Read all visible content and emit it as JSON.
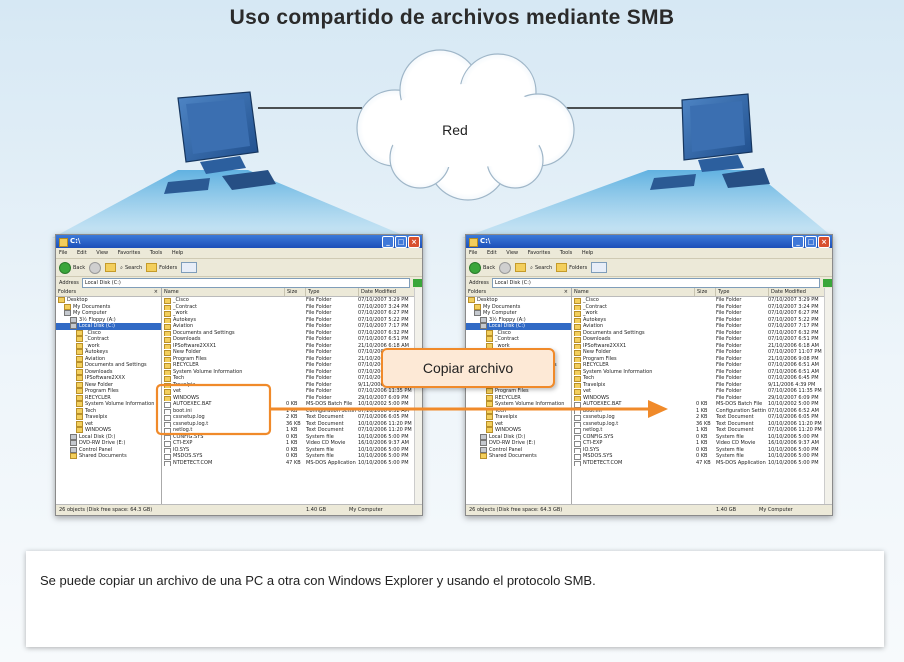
{
  "title": "Uso compartido de archivos mediante SMB",
  "network": {
    "cloud_label": "Red",
    "copy_label": "Copiar archivo"
  },
  "caption": "Se puede copiar un archivo de una PC a otra con Windows Explorer y usando el protocolo SMB.",
  "colors": {
    "accent_orange": "#f08a2a",
    "beam_blue": "#79c4ec",
    "computer_blue": "#2c5f9e"
  },
  "icons": [
    "monitor-icon",
    "cloud-icon",
    "arrow-right-icon",
    "folder-icon"
  ],
  "explorer": {
    "window_title": "C:\\",
    "menu": [
      "File",
      "Edit",
      "View",
      "Favorites",
      "Tools",
      "Help"
    ],
    "toolbar": {
      "back": "Back",
      "search": "Search",
      "folders": "Folders"
    },
    "address_label": "Address",
    "address_value": "Local Disk (C:)",
    "folders_header": "Folders",
    "tree": [
      "Desktop",
      "My Documents",
      "My Computer",
      "3½ Floppy (A:)",
      "Local Disk (C:)",
      "_Cisco",
      "_Contract",
      "_work",
      "Autokeys",
      "Aviation",
      "Documents and Settings",
      "Downloads",
      "IPSoftware2XXX",
      "New Folder",
      "Program Files",
      "RECYCLER",
      "System Volume Information",
      "Tech",
      "Travelpix",
      "vet",
      "WINDOWS",
      "Local Disk (D:)",
      "DVD-RW Drive (E:)",
      "Control Panel",
      "Shared Documents"
    ],
    "columns": [
      "Name",
      "Size",
      "Type",
      "Date Modified"
    ],
    "rows": [
      [
        "_Cisco",
        "",
        "File Folder",
        "07/10/2007 3:29 PM"
      ],
      [
        "_Contract",
        "",
        "File Folder",
        "07/10/2007 3:24 PM"
      ],
      [
        "_work",
        "",
        "File Folder",
        "07/10/2007 6:27 PM"
      ],
      [
        "Autokeys",
        "",
        "File Folder",
        "07/10/2007 5:22 PM"
      ],
      [
        "Aviation",
        "",
        "File Folder",
        "07/10/2007 7:17 PM"
      ],
      [
        "Documents and Settings",
        "",
        "File Folder",
        "07/10/2007 6:32 PM"
      ],
      [
        "Downloads",
        "",
        "File Folder",
        "07/10/2007 6:51 PM"
      ],
      [
        "IPSoftware2XXX1",
        "",
        "File Folder",
        "21/10/2006 6:18 AM"
      ],
      [
        "New Folder",
        "",
        "File Folder",
        "07/10/2007 11:07 PM"
      ],
      [
        "Program Files",
        "",
        "File Folder",
        "21/10/2006 9:08 PM"
      ],
      [
        "RECYCLER",
        "",
        "File Folder",
        "07/10/2006 6:51 AM"
      ],
      [
        "System Volume Information",
        "",
        "File Folder",
        "07/10/2006 6:51 AM"
      ],
      [
        "Tech",
        "",
        "File Folder",
        "07/10/2006 6:45 PM"
      ],
      [
        "Travelpix",
        "",
        "File Folder",
        "9/11/2006 4:39 PM"
      ],
      [
        "vet",
        "",
        "File Folder",
        "07/10/2006 11:35 PM"
      ],
      [
        "WINDOWS",
        "",
        "File Folder",
        "29/10/2007 6:09 PM"
      ],
      [
        "AUTOEXEC.BAT",
        "0 KB",
        "MS-DOS Batch File",
        "10/10/2002 5:00 PM"
      ],
      [
        "boot.ini",
        "1 KB",
        "Configuration Settings",
        "07/10/2006 6:52 AM"
      ],
      [
        "cssnetup.log",
        "2 KB",
        "Text Document",
        "07/10/2006 6:05 PM"
      ],
      [
        "cssnetup.log.t",
        "36 KB",
        "Text Document",
        "10/10/2006 11:20 PM"
      ],
      [
        "netlog.t",
        "1 KB",
        "Text Document",
        "07/10/2006 11:20 PM"
      ],
      [
        "CONFIG.SYS",
        "0 KB",
        "System file",
        "10/10/2006 5:00 PM"
      ],
      [
        "CTI-EXP",
        "1 KB",
        "Video CD Movie",
        "16/10/2006 9:37 AM"
      ],
      [
        "IO.SYS",
        "0 KB",
        "System file",
        "10/10/2006 5:00 PM"
      ],
      [
        "MSDOS.SYS",
        "0 KB",
        "System file",
        "10/10/2006 5:00 PM"
      ],
      [
        "NTDETECT.COM",
        "47 KB",
        "MS-DOS Application",
        "10/10/2006 5:00 PM"
      ]
    ],
    "status": "26 objects (Disk free space: 64.3 GB)",
    "status_size": "1.40 GB",
    "status_location": "My Computer"
  }
}
